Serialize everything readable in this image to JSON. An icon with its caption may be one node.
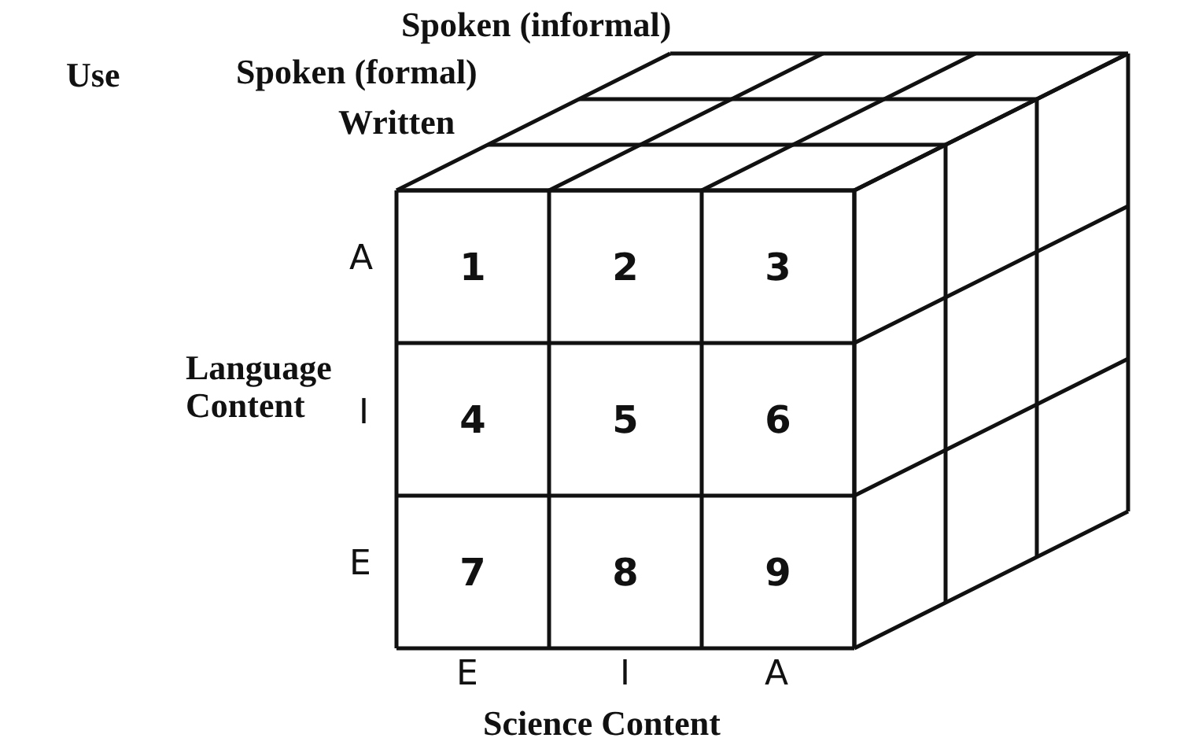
{
  "diagram": {
    "nodes": [
      {
        "text": [
          "1"
        ]
      },
      {
        "text": [
          "2"
        ]
      },
      {
        "text": [
          "3"
        ]
      },
      {
        "text": [
          "4"
        ]
      },
      {
        "text": [
          "5"
        ]
      },
      {
        "text": [
          "6"
        ]
      },
      {
        "text": [
          "7"
        ]
      },
      {
        "text": [
          "8"
        ]
      },
      {
        "text": [
          "9"
        ]
      }
    ],
    "labels": [
      "Spoken (informal)",
      "Use",
      "Spoken (formal)",
      "Written",
      "A",
      "Language Content",
      "I",
      "E",
      "E",
      "I",
      "A",
      "Science Content"
    ]
  }
}
